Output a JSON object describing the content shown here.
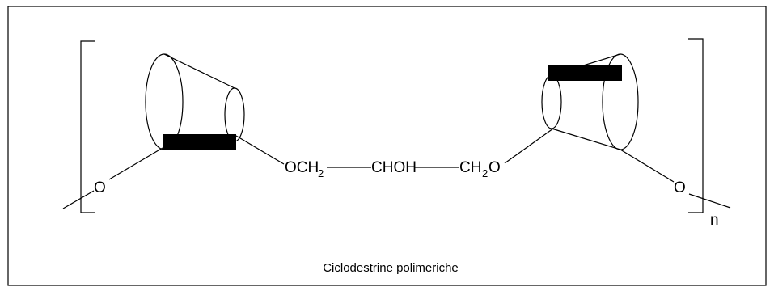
{
  "figure": {
    "caption": "Ciclodestrine polimeriche",
    "repeat_subscript": "n"
  },
  "labels": {
    "left_o": "O",
    "right_o": "O",
    "och2_main": "OCH",
    "och2_sub": "2",
    "chohh": "CHOH",
    "ch2o_main": "CH",
    "ch2o_sub": "2",
    "ch2o_tail": "O"
  }
}
